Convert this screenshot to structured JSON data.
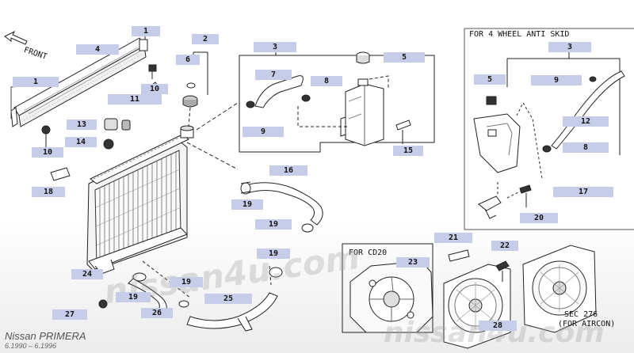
{
  "brand": {
    "make": "Nissan",
    "model": "PRIMERA",
    "range": "6.1990 – 6.1996"
  },
  "labels": {
    "front": "FRONT",
    "anti_skid": "FOR 4 WHEEL ANTI SKID",
    "cd20": "FOR CD20",
    "sec276": "SEC 276",
    "aircon": "(FOR AIRCON)"
  },
  "watermarks": [
    "nissan4u.com",
    "nissan4u.com"
  ],
  "parts": [
    {
      "id": "tag-1-top",
      "num": "1"
    },
    {
      "id": "tag-2",
      "num": "2"
    },
    {
      "id": "tag-3-mid",
      "num": "3"
    },
    {
      "id": "tag-3-right",
      "num": "3"
    },
    {
      "id": "tag-4",
      "num": "4"
    },
    {
      "id": "tag-6",
      "num": "6"
    },
    {
      "id": "tag-5-mid",
      "num": "5"
    },
    {
      "id": "tag-7",
      "num": "7"
    },
    {
      "id": "tag-1-left",
      "num": "1"
    },
    {
      "id": "tag-10-top",
      "num": "10"
    },
    {
      "id": "tag-8-mid",
      "num": "8"
    },
    {
      "id": "tag-5-right",
      "num": "5"
    },
    {
      "id": "tag-9-right",
      "num": "9"
    },
    {
      "id": "tag-11",
      "num": "11"
    },
    {
      "id": "tag-9-mid",
      "num": "9"
    },
    {
      "id": "tag-12",
      "num": "12"
    },
    {
      "id": "tag-13",
      "num": "13"
    },
    {
      "id": "tag-15",
      "num": "15"
    },
    {
      "id": "tag-14",
      "num": "14"
    },
    {
      "id": "tag-8-right",
      "num": "8"
    },
    {
      "id": "tag-10-left",
      "num": "10"
    },
    {
      "id": "tag-16",
      "num": "16"
    },
    {
      "id": "tag-17",
      "num": "17"
    },
    {
      "id": "tag-18",
      "num": "18"
    },
    {
      "id": "tag-19-a",
      "num": "19"
    },
    {
      "id": "tag-20",
      "num": "20"
    },
    {
      "id": "tag-19-b",
      "num": "19"
    },
    {
      "id": "tag-21",
      "num": "21"
    },
    {
      "id": "tag-19-c",
      "num": "19"
    },
    {
      "id": "tag-22",
      "num": "22"
    },
    {
      "id": "tag-23",
      "num": "23"
    },
    {
      "id": "tag-24",
      "num": "24"
    },
    {
      "id": "tag-19-d",
      "num": "19"
    },
    {
      "id": "tag-19-e",
      "num": "19"
    },
    {
      "id": "tag-25",
      "num": "25"
    },
    {
      "id": "tag-26",
      "num": "26"
    },
    {
      "id": "tag-27",
      "num": "27"
    },
    {
      "id": "tag-28",
      "num": "28"
    }
  ]
}
